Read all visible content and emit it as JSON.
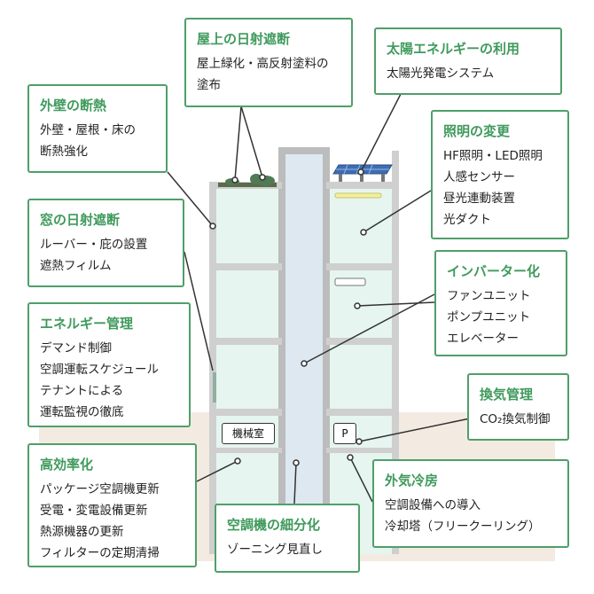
{
  "colors": {
    "accent": "#4f9f6a",
    "title": "#3f9a5c",
    "ground": "#f3ebe1",
    "room": "#e6f5f0",
    "wall": "#cfcfcf"
  },
  "building": {
    "machine_room_label": "機械室",
    "parking_label": "P"
  },
  "callouts": {
    "roof": {
      "title": "屋上の日射遮断",
      "lines": [
        "屋上緑化・高反射塗料の",
        "塗布"
      ]
    },
    "solar": {
      "title": "太陽エネルギーの利用",
      "lines": [
        "太陽光発電システム"
      ]
    },
    "wall": {
      "title": "外壁の断熱",
      "lines": [
        "外壁・屋根・床の",
        "断熱強化"
      ]
    },
    "lighting": {
      "title": "照明の変更",
      "lines": [
        "HF照明・LED照明",
        "人感センサー",
        "昼光連動装置",
        "光ダクト"
      ]
    },
    "window": {
      "title": "窓の日射遮断",
      "lines": [
        "ルーバー・庇の設置",
        "遮熱フィルム"
      ]
    },
    "inverter": {
      "title": "インバーター化",
      "lines": [
        "ファンユニット",
        "ポンプユニット",
        "エレベーター"
      ]
    },
    "energy": {
      "title": "エネルギー管理",
      "lines": [
        "デマンド制御",
        "空調運転スケジュール",
        "テナントによる",
        "運転監視の徹底"
      ]
    },
    "ventilation": {
      "title": "換気管理",
      "lines": [
        "CO₂換気制御"
      ]
    },
    "efficiency": {
      "title": "高効率化",
      "lines": [
        "パッケージ空調機更新",
        "受電・変電設備更新",
        "熱源機器の更新",
        "フィルターの定期清掃"
      ]
    },
    "outdoor": {
      "title": "外気冷房",
      "lines": [
        "空調設備への導入",
        "冷却塔（フリークーリング）"
      ]
    },
    "zoning": {
      "title": "空調機の細分化",
      "lines": [
        "ゾーニング見直し"
      ]
    }
  }
}
